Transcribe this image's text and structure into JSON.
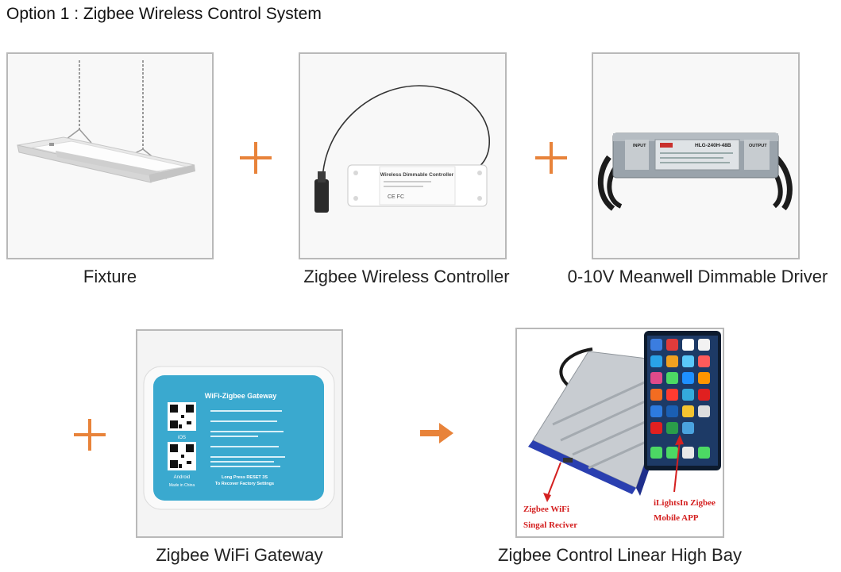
{
  "title": "Option 1 : Zigbee Wireless Control System",
  "items": {
    "fixture": {
      "caption": "Fixture"
    },
    "controller": {
      "caption": "Zigbee Wireless Controller",
      "label": "Wireless Dimmable Controller"
    },
    "driver": {
      "caption": "0-10V Meanwell Dimmable Driver",
      "input_label": "INPUT",
      "model_label": "HLG-240H-48B",
      "output_label": "OUTPUT"
    },
    "gateway": {
      "caption": "Zigbee WiFi Gateway",
      "device_title": "WiFi-Zigbee Gateway",
      "ios_label": "iOS",
      "android_label": "Android",
      "made_in": "Made in China",
      "reset_note": "Long Press RESET 3S",
      "reset_note2": "To Recover Factory Settings"
    },
    "highbay": {
      "caption": "Zigbee Control Linear High Bay",
      "callout_receiver_1": "Zigbee WiFi",
      "callout_receiver_2": "Singal Reciver",
      "callout_app_1": "iLightsIn Zigbee",
      "callout_app_2": "Mobile APP"
    }
  },
  "operators": [
    "plus",
    "plus",
    "plus",
    "arrow"
  ],
  "colors": {
    "operator": "#e8833a",
    "frame_border": "#b9b9b9",
    "gateway_blue": "#3aa9cf",
    "callout_red": "#d42020",
    "led_blue": "#2a3fb0"
  }
}
